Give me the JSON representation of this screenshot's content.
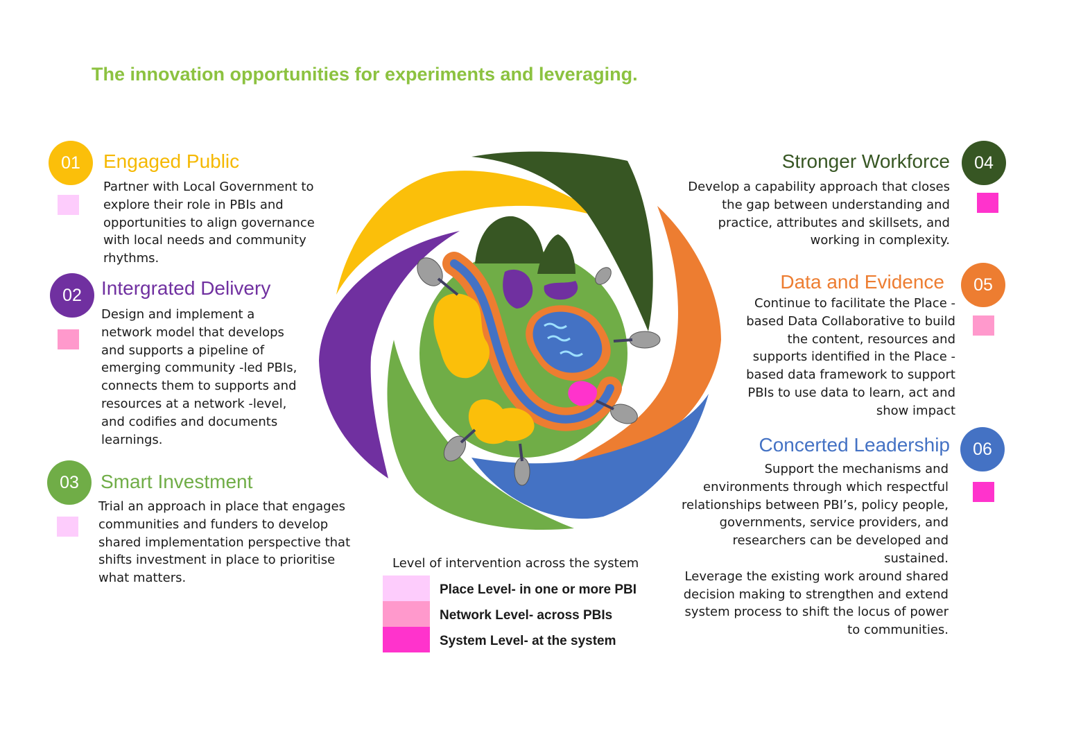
{
  "title": "The innovation opportunities for experiments and leveraging.",
  "colors": {
    "title": "#8cc240",
    "engaged_public": "#fbbf0a",
    "integrated_delivery": "#7030a0",
    "smart_investment": "#70ad47",
    "stronger_workforce": "#375623",
    "data_evidence": "#ed7d31",
    "concerted_leadership": "#4472c4",
    "place_level": "#fdccfc",
    "network_level": "#ff99cc",
    "system_level": "#ff33cc"
  },
  "sections": [
    {
      "number": "01",
      "heading": "Engaged Public",
      "text": "Partner with Local Government to\nexplore their role in PBIs and\nopportunities to align governance\nwith local needs and community\nrhythms.",
      "level": "place_level"
    },
    {
      "number": "02",
      "heading": "Intergrated Delivery",
      "text": "Design and implement a\nnetwork model that develops\nand supports a pipeline of\nemerging community -led PBIs,\nconnects them to supports and\nresources at a network -level,\nand codifies and documents\nlearnings.",
      "level": "network_level"
    },
    {
      "number": "03",
      "heading": "Smart Investment",
      "text": "Trial an approach in place that engages\ncommunities and funders to develop\nshared implementation perspective that\nshifts investment in place to prioritise\nwhat matters.",
      "level": "place_level"
    },
    {
      "number": "04",
      "heading": "Stronger Workforce",
      "text": "Develop a capability approach that closes\nthe gap between understanding and\npractice, attributes and skillsets, and\nworking in complexity.",
      "level": "system_level"
    },
    {
      "number": "05",
      "heading": "Data and Evidence",
      "text": "Continue to facilitate the Place -\nbased Data Collaborative to build\nthe content, resources and\nsupports identified in the Place -\nbased data framework to support\nPBIs to use data to learn, act and\nshow impact",
      "level": "network_level"
    },
    {
      "number": "06",
      "heading": "Concerted Leadership",
      "text": "Support the mechanisms and\nenvironments through which respectful\nrelationships between PBI’s, policy people,\ngovernments, service providers, and\nresearchers can be developed and\nsustained.\nLeverage the existing work around shared\ndecision making to strengthen and extend\nsystem process to shift the locus of power\nto communities.",
      "level": "system_level"
    }
  ],
  "legend": {
    "title": "Level of intervention across the system",
    "items": [
      {
        "label": "Place Level- in one or more PBI",
        "color": "#fdccfc"
      },
      {
        "label": "Network Level- across PBIs",
        "color": "#ff99cc"
      },
      {
        "label": "System Level- at the system",
        "color": "#ff33cc"
      }
    ]
  },
  "icons": [
    "hill-icon",
    "tree-icon",
    "lake-icon",
    "river-icon"
  ]
}
